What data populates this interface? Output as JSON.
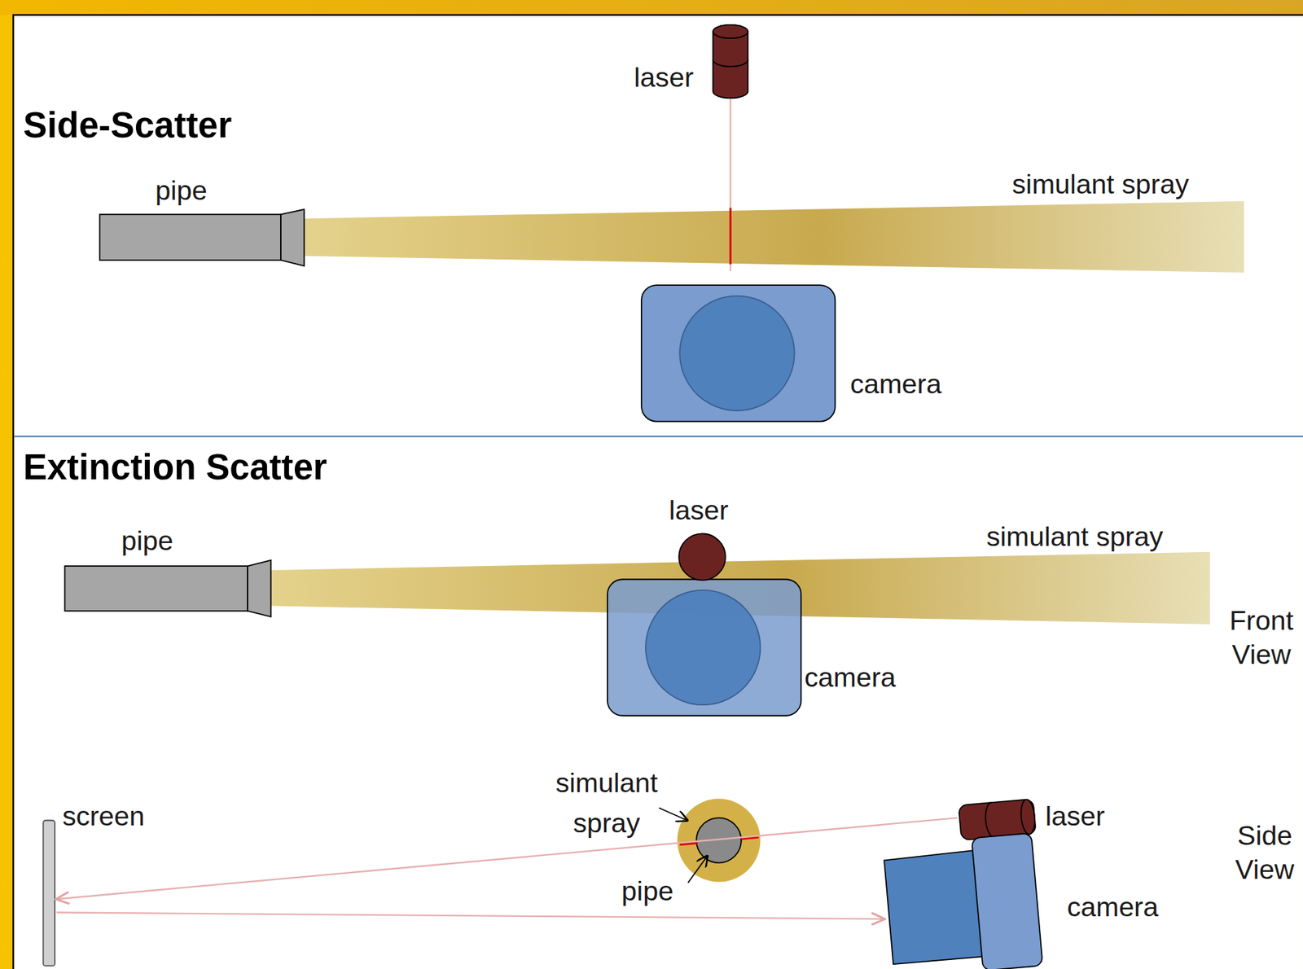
{
  "diagram": {
    "nodes": [
      {
        "text": [
          "screen"
        ]
      },
      {
        "text": [
          "laser"
        ]
      },
      {
        "text": [
          "camera"
        ]
      }
    ],
    "edges": [
      {
        "from": 1,
        "to": 0,
        "arrow": "to"
      },
      {
        "from": 0,
        "to": 2,
        "arrow": "to"
      }
    ],
    "labels": [
      "Side-Scatter",
      "laser",
      "pipe",
      "simulant spray",
      "camera",
      "Extinction Scatter",
      "laser",
      "pipe",
      "simulant spray",
      "camera",
      "Front View",
      "simulant spray",
      "pipe",
      "Side View"
    ]
  }
}
